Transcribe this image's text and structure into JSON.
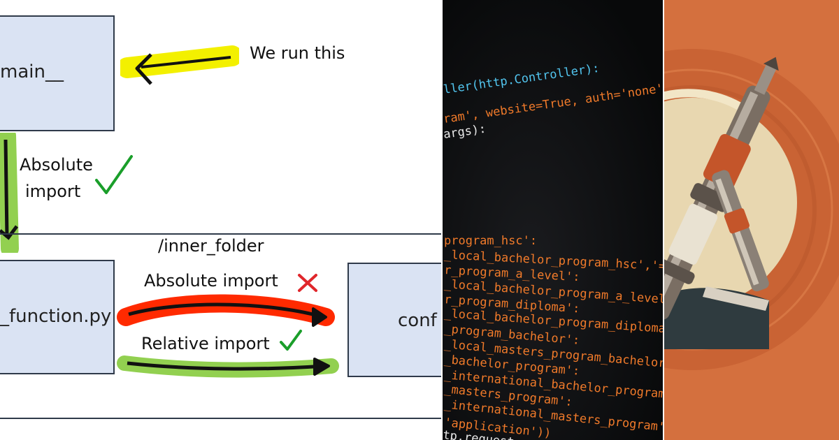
{
  "diagram": {
    "top_box_label": "main__",
    "top_arrow_note": "We run this",
    "left_note_line1": "Absolute",
    "left_note_line2": "import",
    "folder_label": "/inner_folder",
    "left_box_label": "_function.py",
    "right_box_label": "conf",
    "absolute_import_label": "Absolute import",
    "relative_import_label": "Relative import",
    "colors": {
      "box_fill": "#dae3f3",
      "highlight_yellow": "#f3f000",
      "highlight_green": "#92d050",
      "highlight_red": "#ff2a00",
      "check_green": "#1a9e2a",
      "cross_red": "#e0262b"
    },
    "icons": [
      "check-icon",
      "cross-icon",
      "arrow-icon"
    ]
  },
  "code_photo": {
    "lines": [
      "ller(http.Controller):",
      "ram', website=True, auth='none',",
      "args):",
      "program_hsc':",
      "_local_bachelor_program_hsc','='",
      "r_program_a_level':",
      "_local_bachelor_program_a_level'",
      "r_program_diploma':",
      "_local_bachelor_program_diploma'",
      "_program_bachelor':",
      "_local_masters_program_bachelor",
      "_bachelor_program':",
      "_international_bachelor_program",
      "_masters_program':",
      "_international_masters_program'",
      "'application'))",
      "tp.request"
    ],
    "colors": {
      "keyword": "#52c6f0",
      "string": "#f07a2a",
      "text": "#e9e9e9"
    }
  },
  "illustration": {
    "subject": "tool",
    "colors": {
      "background": "#d4703e",
      "disc": "#e8d7b0",
      "metal": "#7a6e63",
      "accent": "#c4552a"
    }
  }
}
